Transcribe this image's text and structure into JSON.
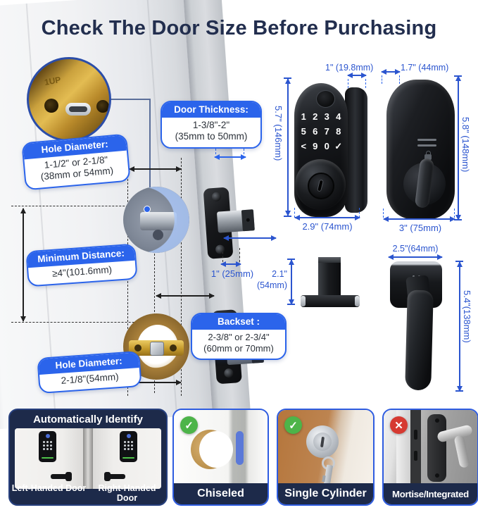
{
  "title": "Check The Door Size Before Purchasing",
  "inset": {
    "stamp": "1UP"
  },
  "callouts": {
    "door_thickness": {
      "heading": "Door Thickness:",
      "value1": "1-3/8\"-2\"",
      "value2": "(35mm to 50mm)"
    },
    "hole_top": {
      "heading": "Hole Diameter:",
      "value1": "1-1/2\" or 2-1/8\"",
      "value2": "(38mm or 54mm)"
    },
    "min_distance": {
      "heading": "Minimum Distance:",
      "value1": "≥4\"(101.6mm)"
    },
    "backset": {
      "heading": "Backset :",
      "value1": "2-3/8\" or 2-3/4\"",
      "value2": "(60mm or 70mm)"
    },
    "hole_bottom": {
      "heading": "Hole Diameter:",
      "value1": "2-1/8\"(54mm)"
    }
  },
  "dimensions": {
    "edge_plate": "1\" (25mm)",
    "front_depth": "1\" (19.8mm)",
    "front_height": "5.7\" (146mm)",
    "front_width": "2.9\" (74mm)",
    "back_depth": "1.7\" (44mm)",
    "back_height": "5.8\" (148mm)",
    "back_width": "3\" (75mm)",
    "latch_height_line1": "2.1\"",
    "latch_height_line2": "(54mm)",
    "handle_width": "2.5\"(64mm)",
    "handle_height": "5.4\"(138mm)"
  },
  "front_lock": {
    "keys": [
      "1",
      "2",
      "3",
      "4",
      "5",
      "6",
      "7",
      "8",
      "<",
      "9",
      "0",
      "✓"
    ]
  },
  "panels": {
    "identify": {
      "title": "Automatically Identify",
      "left_label": "Left-Handed Door",
      "right_label": "Right-Handed Door"
    },
    "items": [
      {
        "caption": "Chiseled",
        "status": "yes"
      },
      {
        "caption": "Single Cylinder",
        "status": "yes"
      },
      {
        "caption": "Mortise/Integrated",
        "status": "no"
      }
    ],
    "check_glyph": "✓",
    "cross_glyph": "✕"
  },
  "colors": {
    "accent_blue": "#2b64eb",
    "dimension_blue": "#2b55cf",
    "navy": "#1d2a4a",
    "check_green": "#4db449",
    "cross_red": "#d63a31"
  }
}
